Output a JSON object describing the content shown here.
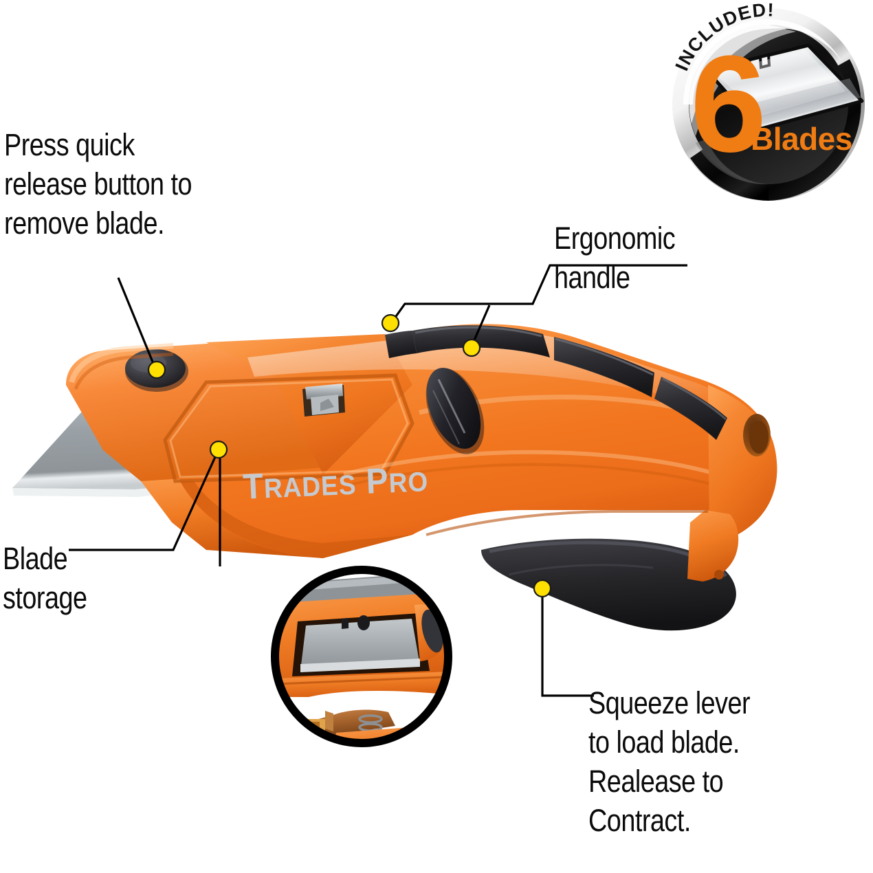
{
  "product": {
    "brand": "Trades Pro",
    "type": "utility-knife",
    "body_color": "#f07a22",
    "body_color_dark": "#d35a10",
    "body_color_light": "#fba24f",
    "grip_color": "#2b2b2e",
    "blade_color": "#9aa0a3",
    "accent_color": "#f07c14",
    "dot_color": "#ffe000",
    "line_color": "#000000",
    "logo_color": "#c9ced2",
    "background": "#ffffff"
  },
  "badge": {
    "arc_text": "INCLUDED!",
    "count": "6",
    "count_label": "Blades",
    "disc_light": "#ffffff",
    "disc_dark": "#0a0a0a",
    "text_color": "#f07c14",
    "arc_text_color": "#111111"
  },
  "callouts": [
    {
      "id": "press-quick-release",
      "text": "Press quick\nrelease button to\nremove blade.",
      "target": "quick-release-button"
    },
    {
      "id": "ergonomic-handle",
      "text": "Ergonomic\nhandle",
      "target": "rubber-handle-grips"
    },
    {
      "id": "blade-storage",
      "text": "Blade\nstorage",
      "target": "blade-storage-compartment"
    },
    {
      "id": "squeeze-lever",
      "text": "Squeeze lever\nto load blade.\nRealease to\nContract.",
      "target": "squeeze-lever"
    }
  ],
  "inset": {
    "caption": "",
    "shows": "blade-storage-compartment-detail"
  }
}
